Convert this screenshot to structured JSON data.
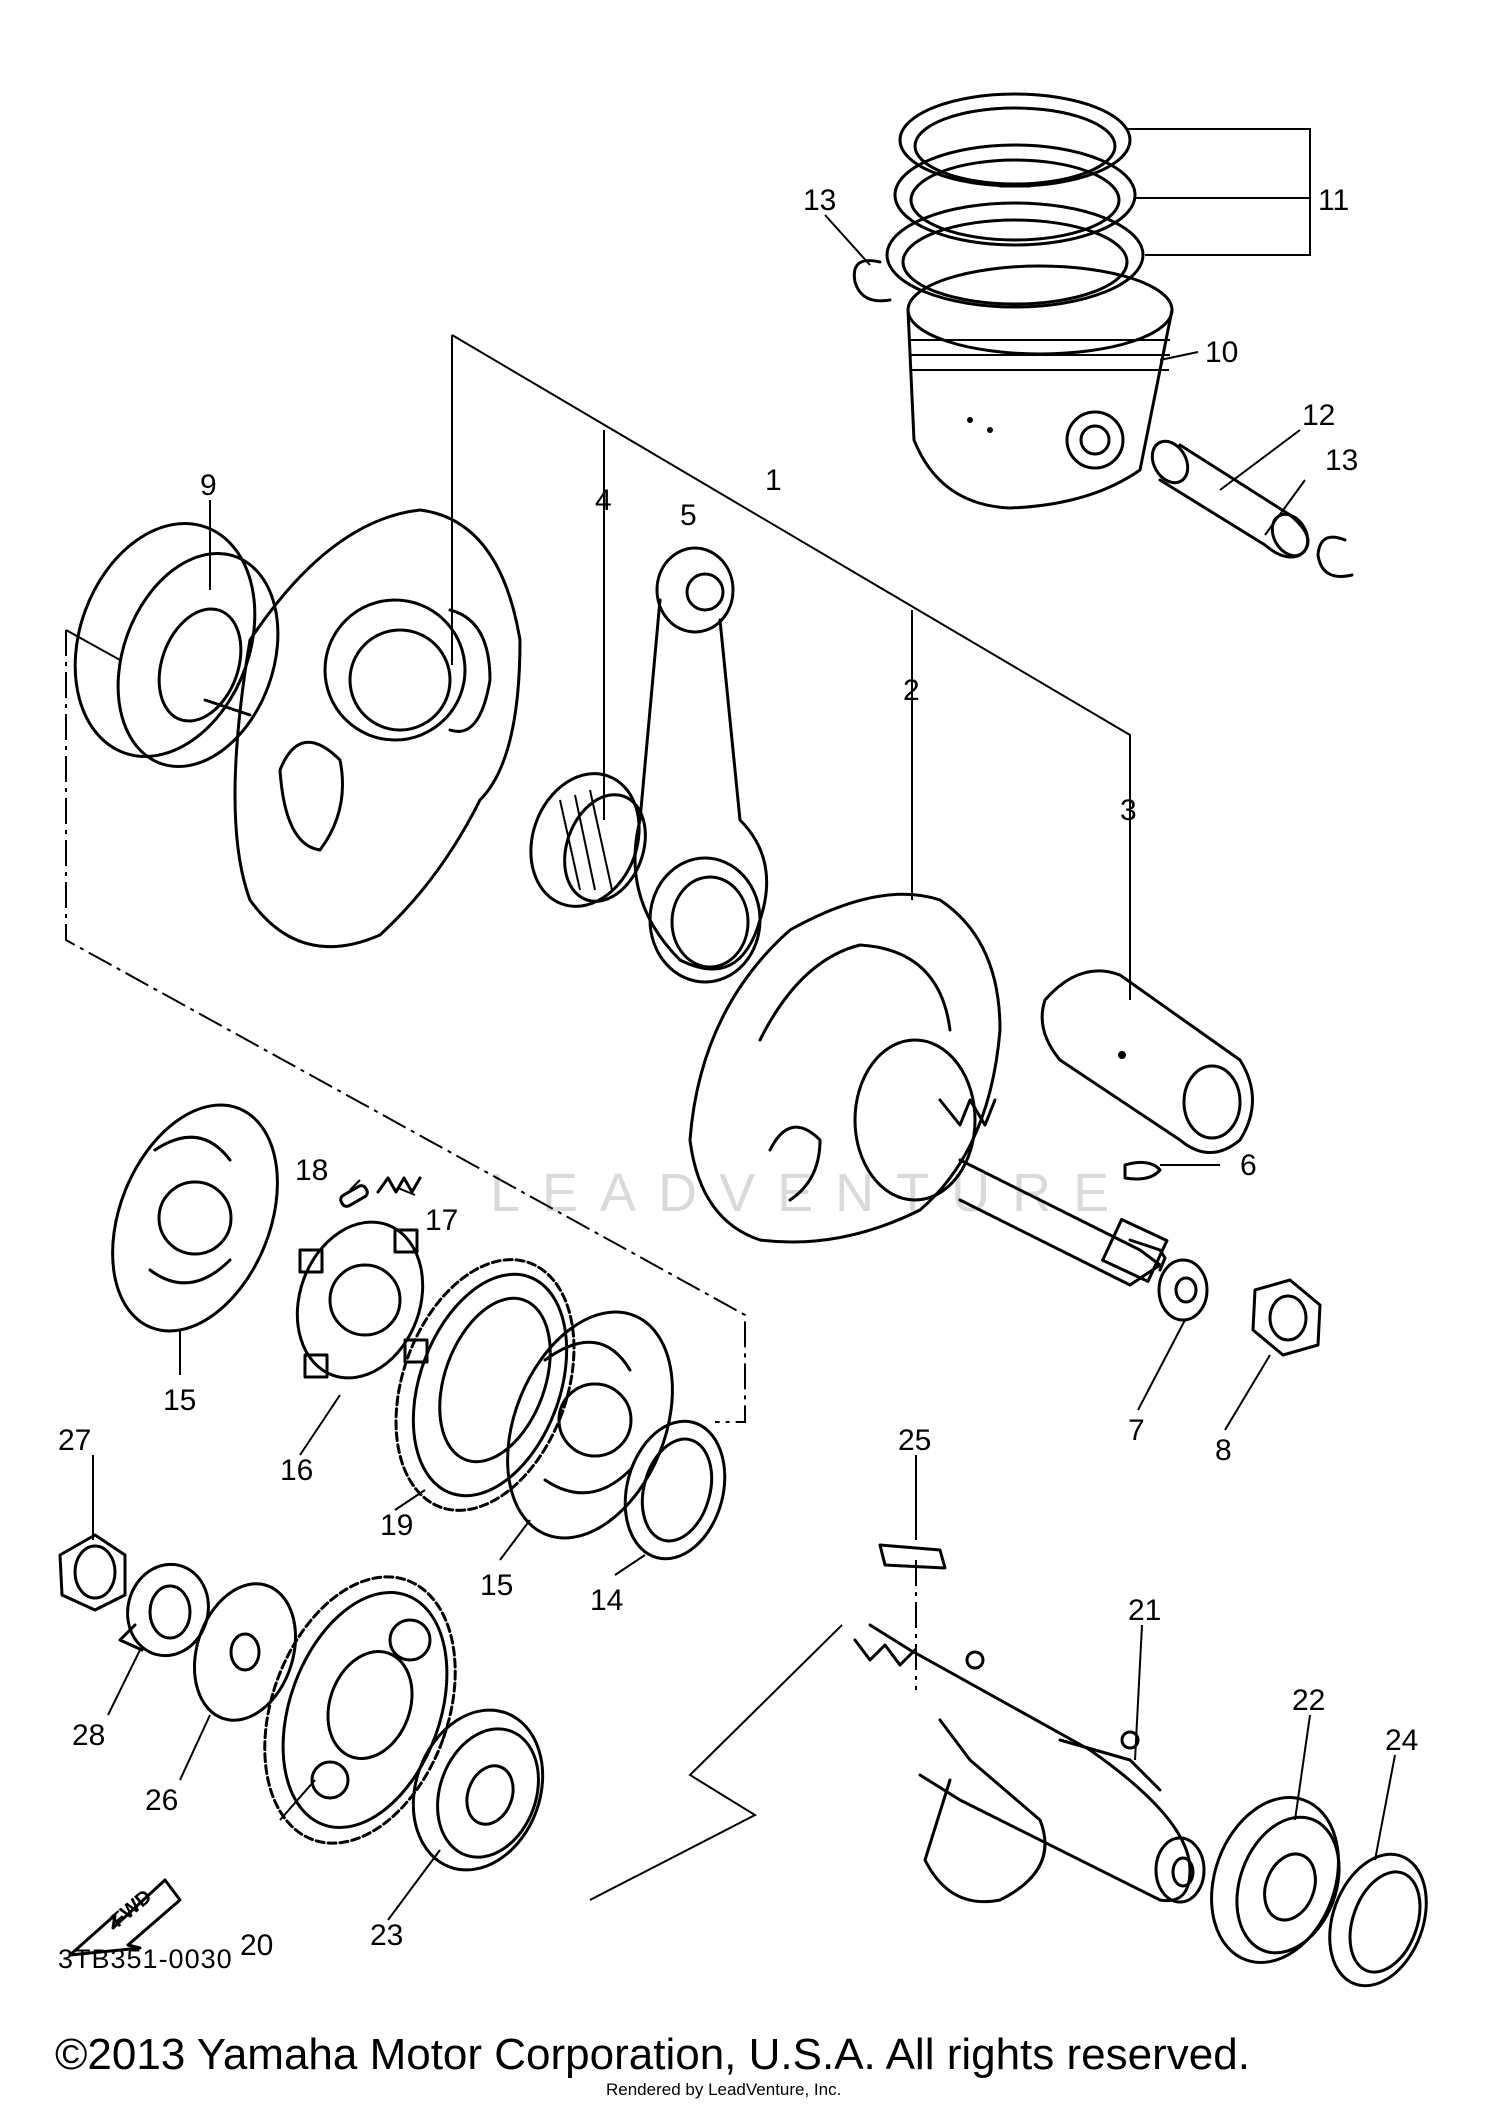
{
  "diagram": {
    "ref_code": "3TB351-0030",
    "copyright": "©2013 Yamaha Motor Corporation, U.S.A. All rights reserved.",
    "rendered_by": "Rendered by LeadVenture, Inc.",
    "watermark": "LEADVENTURE",
    "fwd_label": "FWD",
    "callouts": {
      "p1": "1",
      "p2": "2",
      "p3": "3",
      "p4": "4",
      "p5": "5",
      "p6": "6",
      "p7": "7",
      "p8": "8",
      "p9": "9",
      "p10": "10",
      "p11": "11",
      "p12": "12",
      "p13a": "13",
      "p13b": "13",
      "p14": "14",
      "p15a": "15",
      "p15b": "15",
      "p16": "16",
      "p17": "17",
      "p18": "18",
      "p19": "19",
      "p20": "20",
      "p21": "21",
      "p22": "22",
      "p23": "23",
      "p24": "24",
      "p25": "25",
      "p26": "26",
      "p27": "27",
      "p28": "28"
    }
  }
}
